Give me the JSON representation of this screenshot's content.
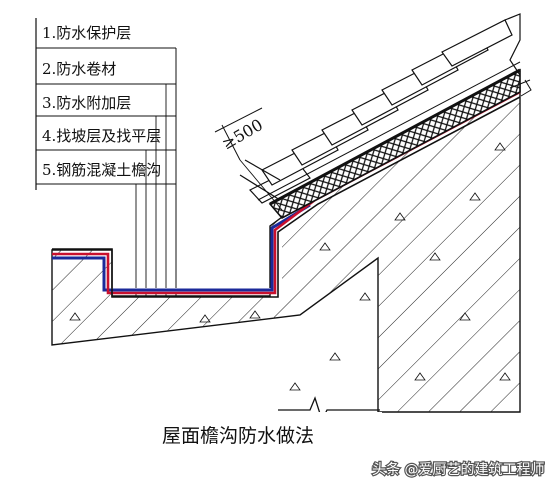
{
  "legend": {
    "items": [
      {
        "label": "1.防水保护层"
      },
      {
        "label": "2.防水卷材"
      },
      {
        "label": "3.防水附加层"
      },
      {
        "label": "4.找坡层及找平层"
      },
      {
        "label": "5.钢筋混凝土檐沟"
      }
    ]
  },
  "dimension": {
    "label": "≥500"
  },
  "caption": {
    "title": "屋面檐沟防水做法"
  },
  "watermark": {
    "text": "头条 @爱厨艺的建筑工程师"
  },
  "colors": {
    "line": "#111111",
    "membrane_red": "#c8102e",
    "membrane_blue": "#1b2a9a",
    "concrete_fill": "#ffffff",
    "insulation_fill": "#2b2b2b",
    "background": "#ffffff"
  }
}
